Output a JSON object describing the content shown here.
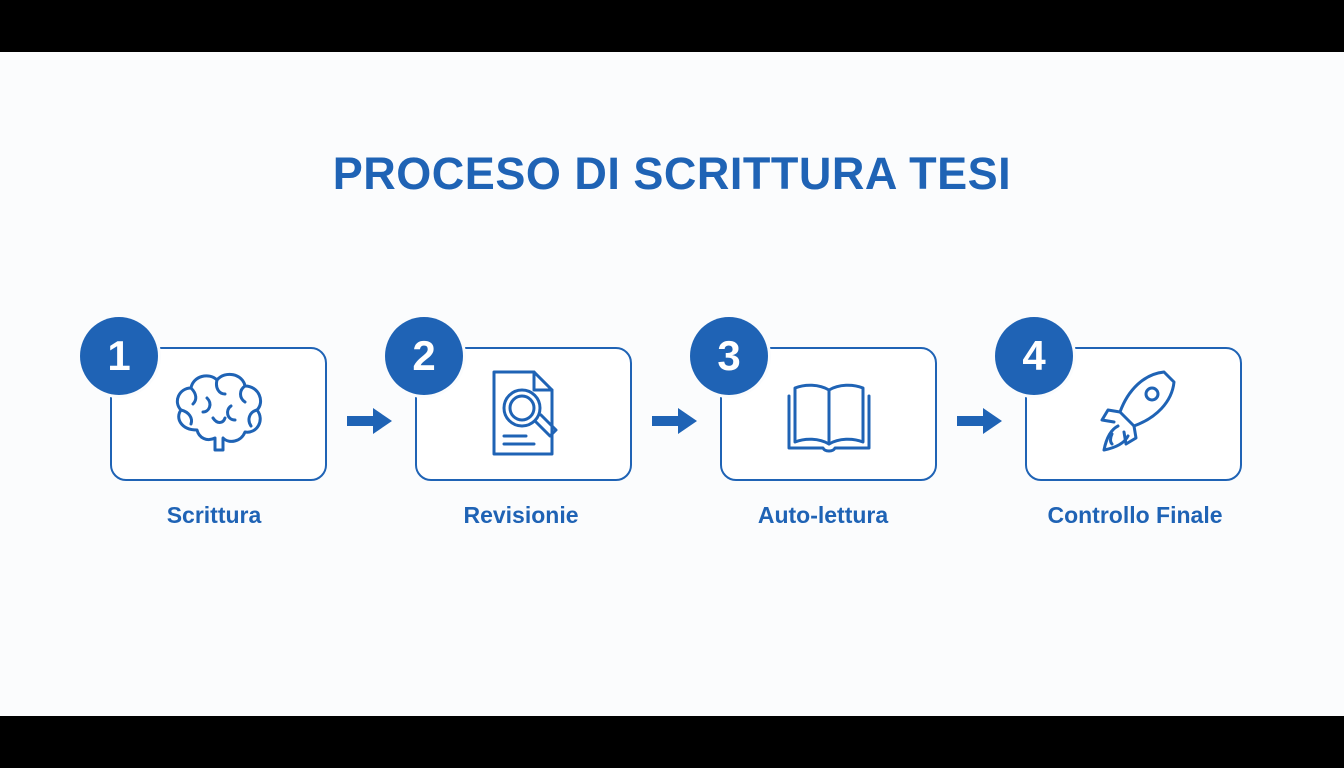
{
  "title": "PROCESO DI SCRITTURA TESI",
  "accent_color": "#1f63b5",
  "steps": [
    {
      "number": "1",
      "label": "Scrittura",
      "icon": "brain-icon"
    },
    {
      "number": "2",
      "label": "Revisionie",
      "icon": "document-search-icon"
    },
    {
      "number": "3",
      "label": "Auto-lettura",
      "icon": "open-book-icon"
    },
    {
      "number": "4",
      "label": "Controllo Finale",
      "icon": "rocket-icon"
    }
  ]
}
